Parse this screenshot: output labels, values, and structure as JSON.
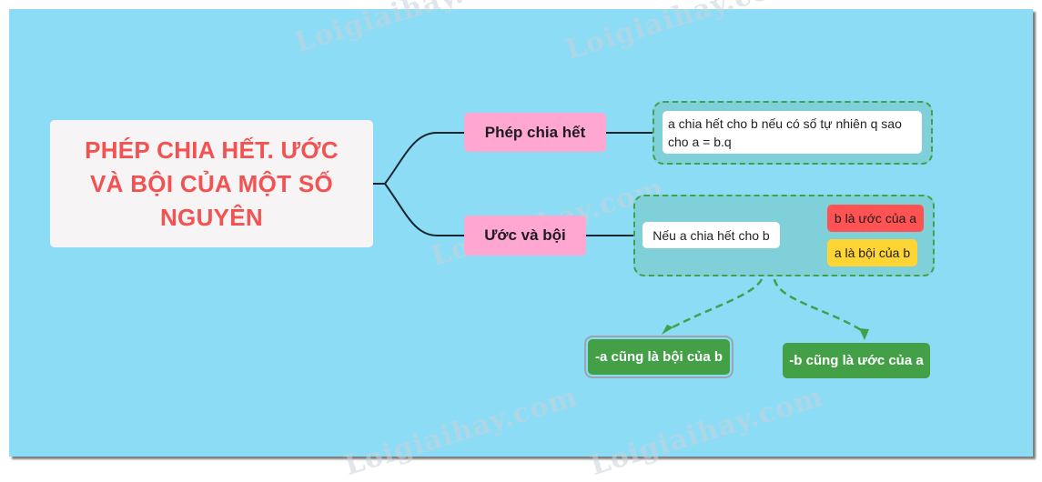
{
  "mindmap": {
    "root": {
      "title": "PHÉP CHIA HẾT. ƯỚC VÀ BỘI CỦA MỘT SỐ NGUYÊN",
      "color": "#f25252",
      "background": "#f7f4f5"
    },
    "branches": [
      {
        "label": "Phép chia hết",
        "color": "#ffa6d1",
        "children": [
          {
            "label": "a chia hết cho b nếu có số tự nhiên q sao cho a = b.q"
          }
        ]
      },
      {
        "label": "Ước và bội",
        "color": "#ffa6d1",
        "children": [
          {
            "label": "Nếu a chia hết cho b",
            "children": [
              {
                "label": "b là ước của a",
                "color": "#ff5252"
              },
              {
                "label": "a là bội của b",
                "color": "#ffd533"
              }
            ]
          }
        ],
        "relations": [
          {
            "label": "-a cũng là bội của b",
            "color": "#43a047"
          },
          {
            "label": "-b cũng là ước của a",
            "color": "#43a047"
          }
        ]
      }
    ]
  },
  "watermark": "Loigiaihay.com",
  "colors": {
    "canvas": "#8cdcf6",
    "group_fill": "#7fd0d8",
    "group_border": "#3ea24c",
    "connector": "#1a2a2e"
  }
}
